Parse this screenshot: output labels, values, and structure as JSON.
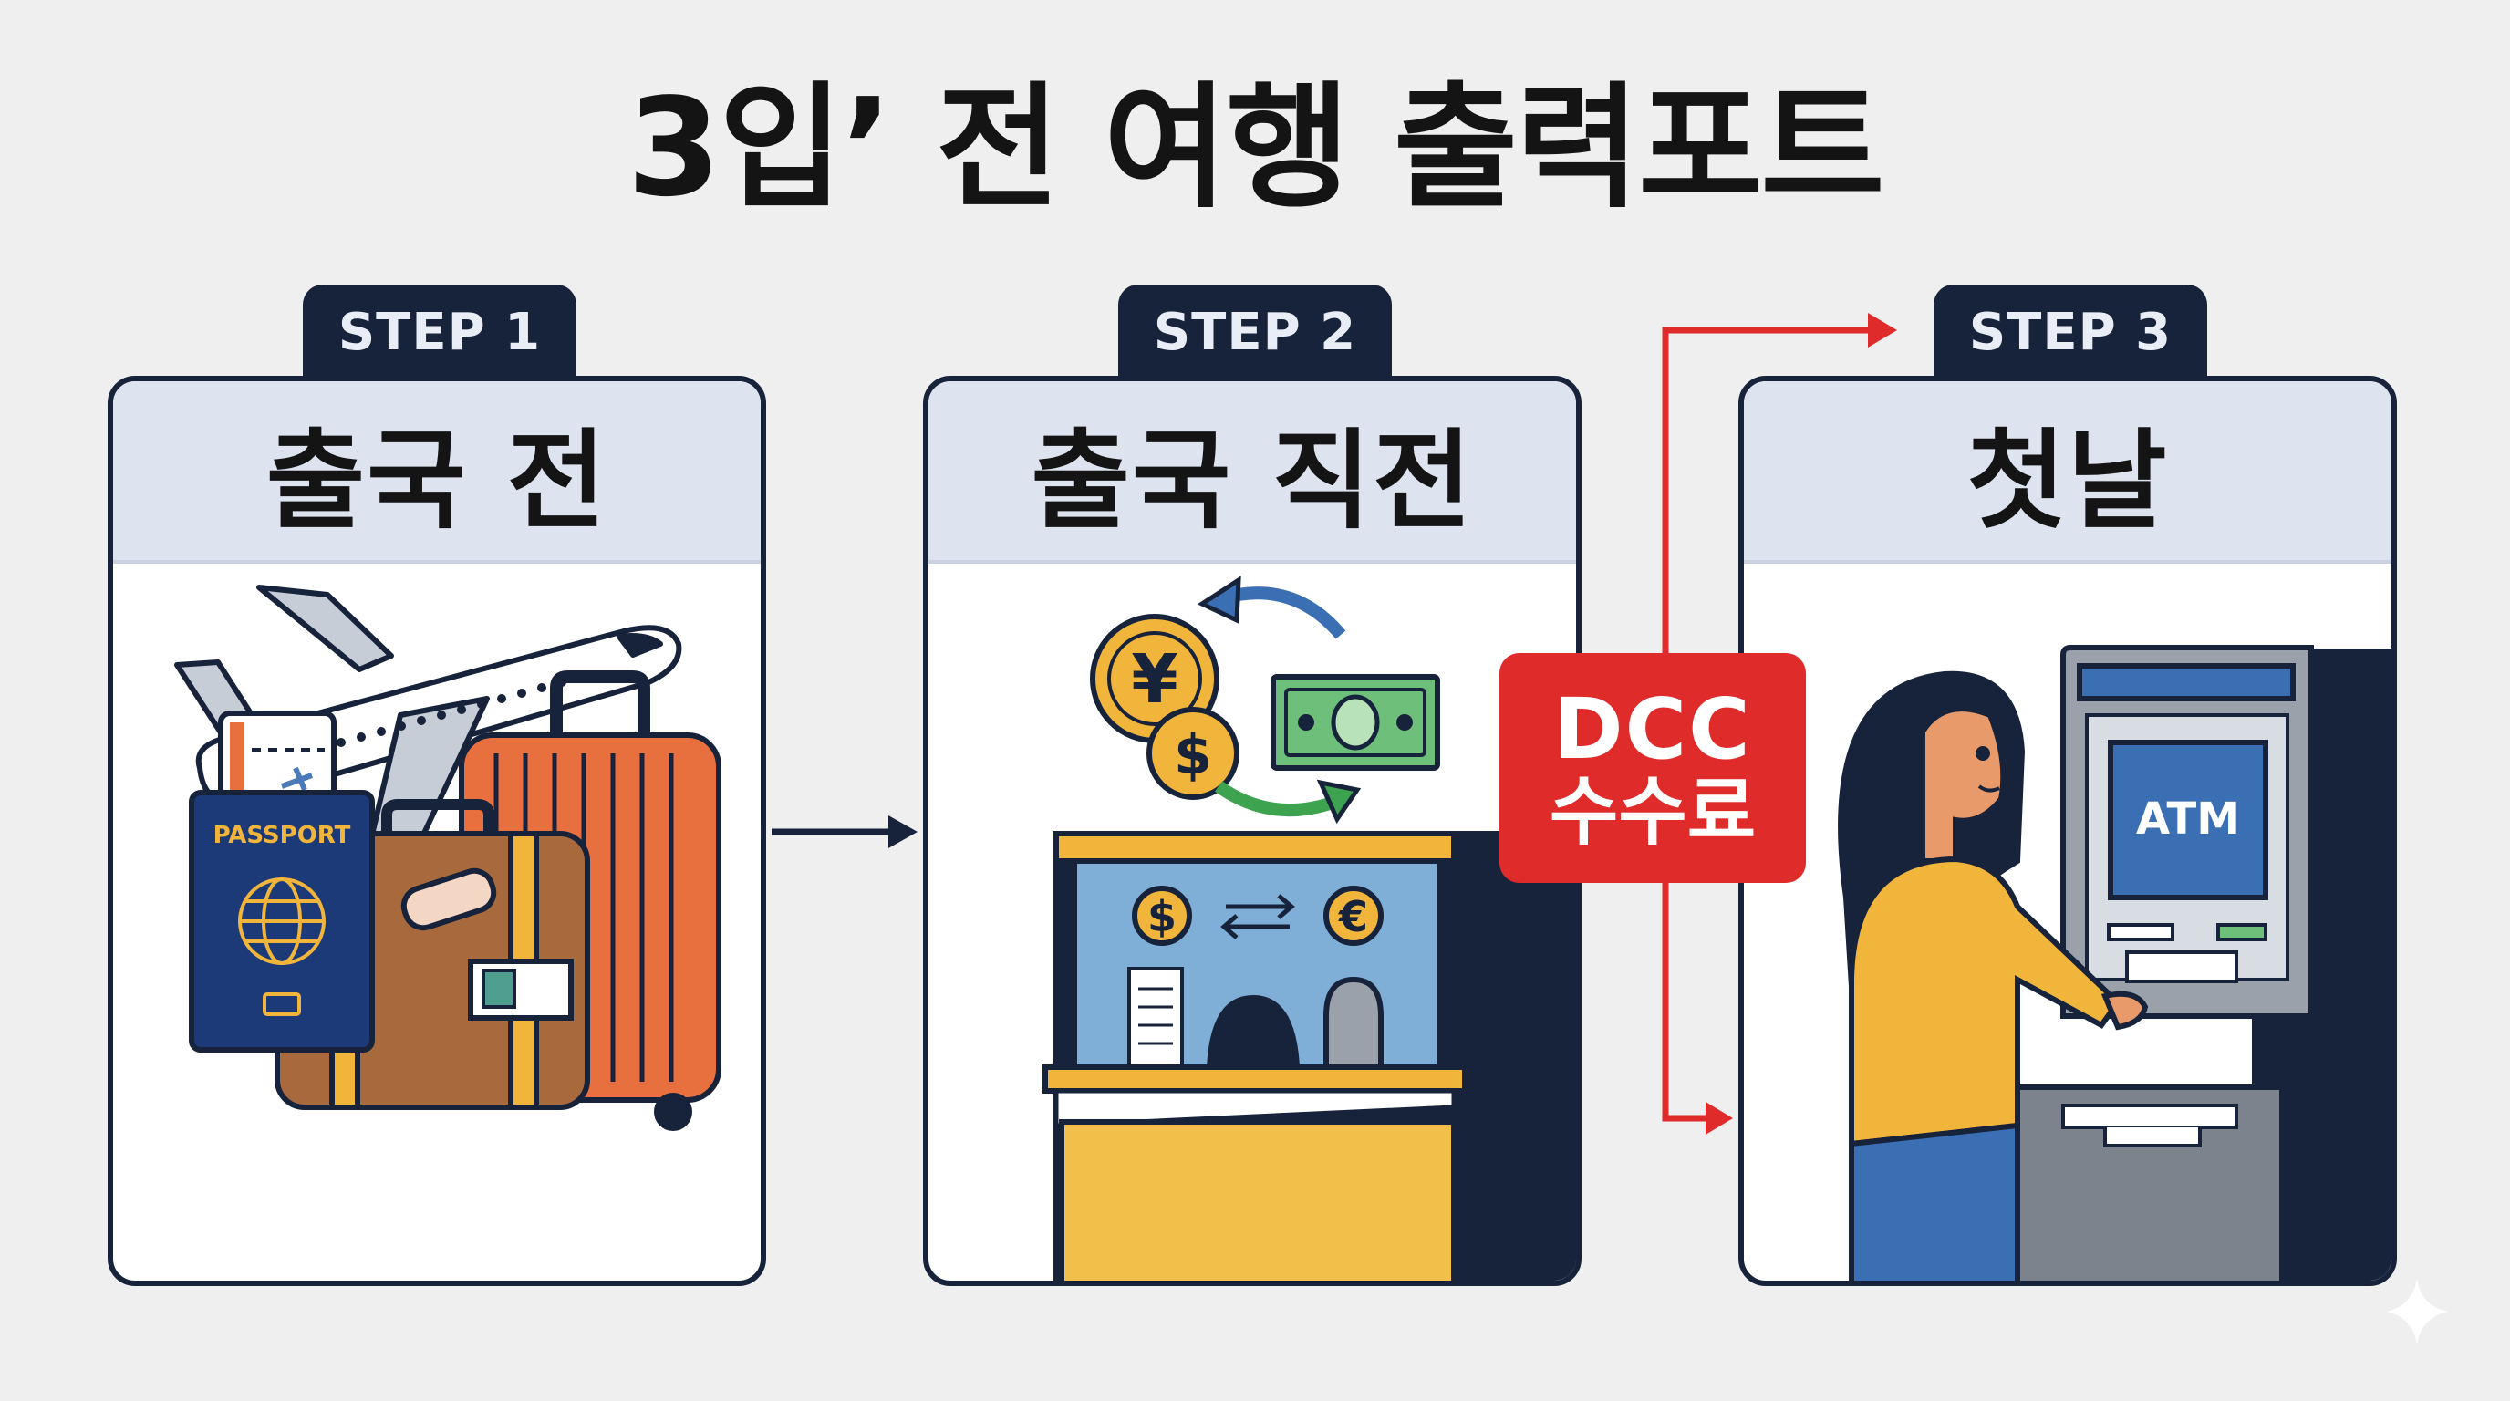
{
  "title": "3입’ 전 여행 출력포트",
  "steps": [
    {
      "tab": "STEP 1",
      "heading": "출국 전"
    },
    {
      "tab": "STEP 2",
      "heading": "출국 직전"
    },
    {
      "tab": "STEP 3",
      "heading": "첫날"
    }
  ],
  "art": {
    "passport_text": "PASSPORT",
    "yen_symbol": "¥",
    "dollar_symbol": "$",
    "euro_symbol": "€",
    "atm_text": "ATM"
  },
  "dcc": {
    "line1": "DCC",
    "line2": "수수료"
  },
  "colors": {
    "navy": "#17223b",
    "alert_red": "#e02b2b",
    "panel_header": "#dde3ef"
  }
}
